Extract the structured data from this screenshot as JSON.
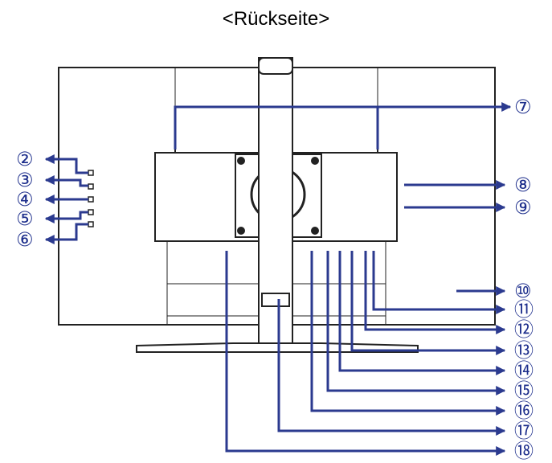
{
  "title": "<Rückseite>",
  "callouts": [
    "②",
    "③",
    "④",
    "⑤",
    "⑥",
    "⑦",
    "⑧",
    "⑨",
    "⑩",
    "⑪",
    "⑫",
    "⑬",
    "⑭",
    "⑮",
    "⑯",
    "⑰",
    "⑱"
  ],
  "colors": {
    "arrow": "#2b3a8f",
    "outline": "#222222",
    "label": "#1e2f8c"
  }
}
